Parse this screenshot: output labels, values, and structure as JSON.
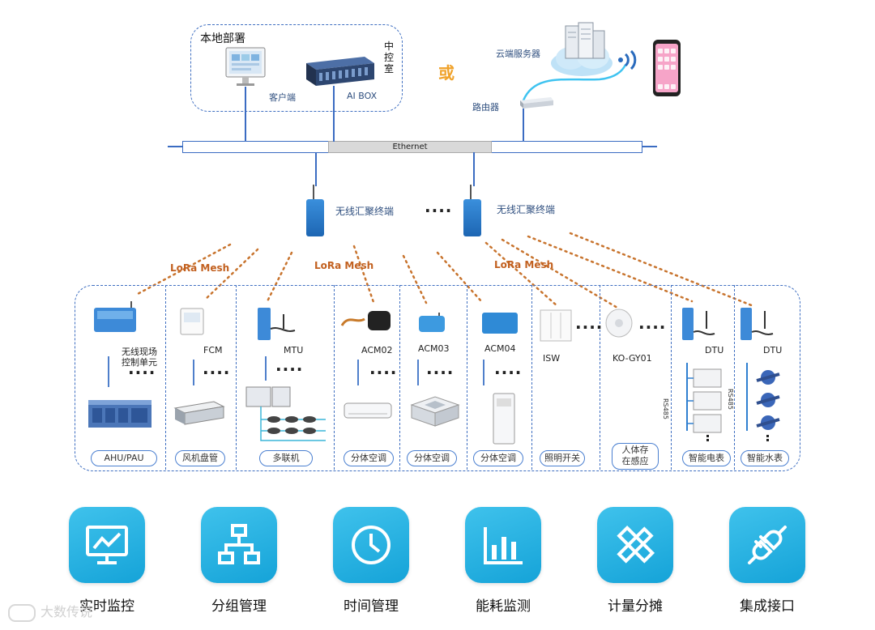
{
  "local": {
    "title": "本地部署",
    "client_label": "客户端",
    "control_room": "中\n控\n室",
    "aibox_label": "AI BOX"
  },
  "or_text": "或",
  "cloud": {
    "server_label": "云端服务器",
    "router_label": "路由器"
  },
  "ethernet_label": "Ethernet",
  "gateway": {
    "label_left": "无线汇聚终端",
    "label_right": "无线汇聚终端",
    "ellipsis": "····"
  },
  "lora_labels": [
    "LoRa Mesh",
    "LoRa Mesh",
    "LoRa Mesh"
  ],
  "devices": [
    {
      "device": "无线现场\n控制单元",
      "pill": "AHU/PAU"
    },
    {
      "device": "FCM",
      "pill": "风机盘管"
    },
    {
      "device": "MTU",
      "pill": "多联机"
    },
    {
      "device": "ACM02",
      "pill": "分体空调"
    },
    {
      "device": "ACM03",
      "pill": "分体空调"
    },
    {
      "device": "ACM04",
      "pill": "分体空调"
    },
    {
      "device": "ISW",
      "pill": "照明开关"
    },
    {
      "device": "KO-GY01",
      "pill": "人体存\n在感应"
    },
    {
      "device": "DTU",
      "pill": "智能电表",
      "bus": "RS485"
    },
    {
      "device": "DTU",
      "pill": "智能水表",
      "bus": "RS485"
    }
  ],
  "features": [
    {
      "label": "实时监控",
      "icon": "monitor-chart-icon"
    },
    {
      "label": "分组管理",
      "icon": "org-tree-icon"
    },
    {
      "label": "时间管理",
      "icon": "clock-icon"
    },
    {
      "label": "能耗监测",
      "icon": "bar-chart-icon"
    },
    {
      "label": "计量分摊",
      "icon": "ruler-pencil-icon"
    },
    {
      "label": "集成接口",
      "icon": "plug-icon"
    }
  ],
  "watermark": "大数传说",
  "colors": {
    "accent": "#1aa7dc",
    "line": "#3b6cc2",
    "lora": "#c2601f"
  }
}
